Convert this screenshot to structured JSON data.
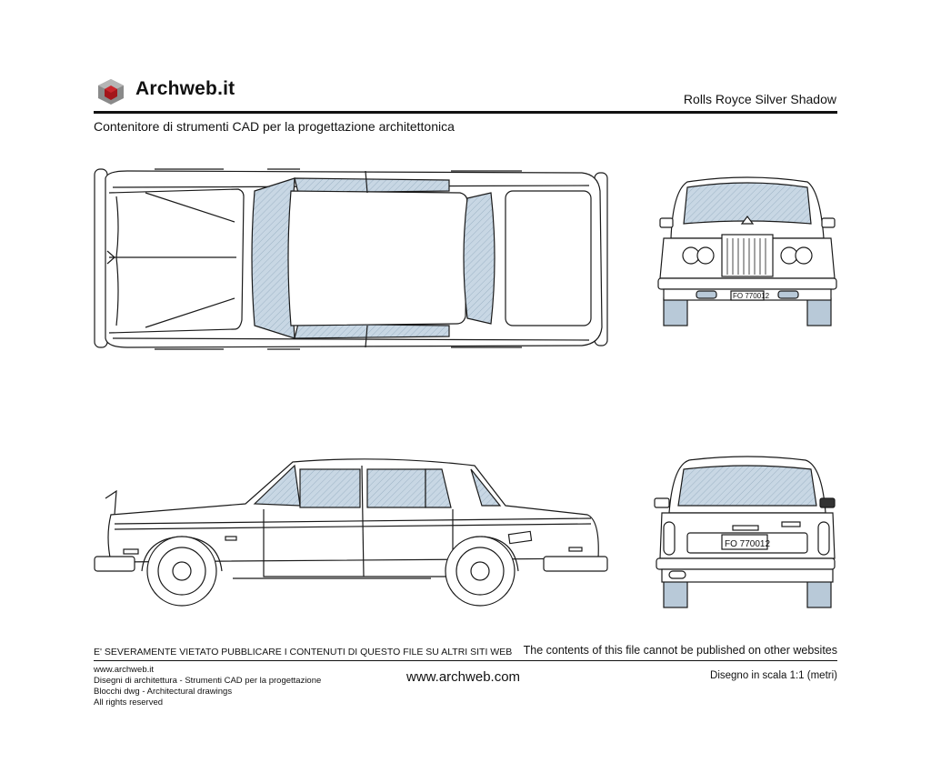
{
  "header": {
    "brand": "Archweb.it",
    "title": "Rolls Royce Silver Shadow",
    "subtitle": "Contenitore di strumenti CAD per la progettazione architettonica"
  },
  "views": {
    "front_plate": "FO 770012",
    "rear_plate": "FO 770012"
  },
  "footer": {
    "warning_it": "E' SEVERAMENTE VIETATO PUBBLICARE I CONTENUTI DI QUESTO FILE SU ALTRI SITI WEB",
    "warning_en": "The contents of this file cannot be published on other websites",
    "left_lines": [
      "www.archweb.it",
      "Disegni di architettura - Strumenti CAD  per la progettazione",
      "Blocchi dwg - Architectural drawings",
      "All rights reserved"
    ],
    "site": "www.archweb.com",
    "scale": "Disegno in scala 1:1 (metri)"
  },
  "colors": {
    "glass": "#c8d7e4",
    "tire": "#b8c9d8",
    "logo_red": "#a3161b",
    "logo_grey": "#8a8a8a",
    "line": "#1a1a1a"
  }
}
